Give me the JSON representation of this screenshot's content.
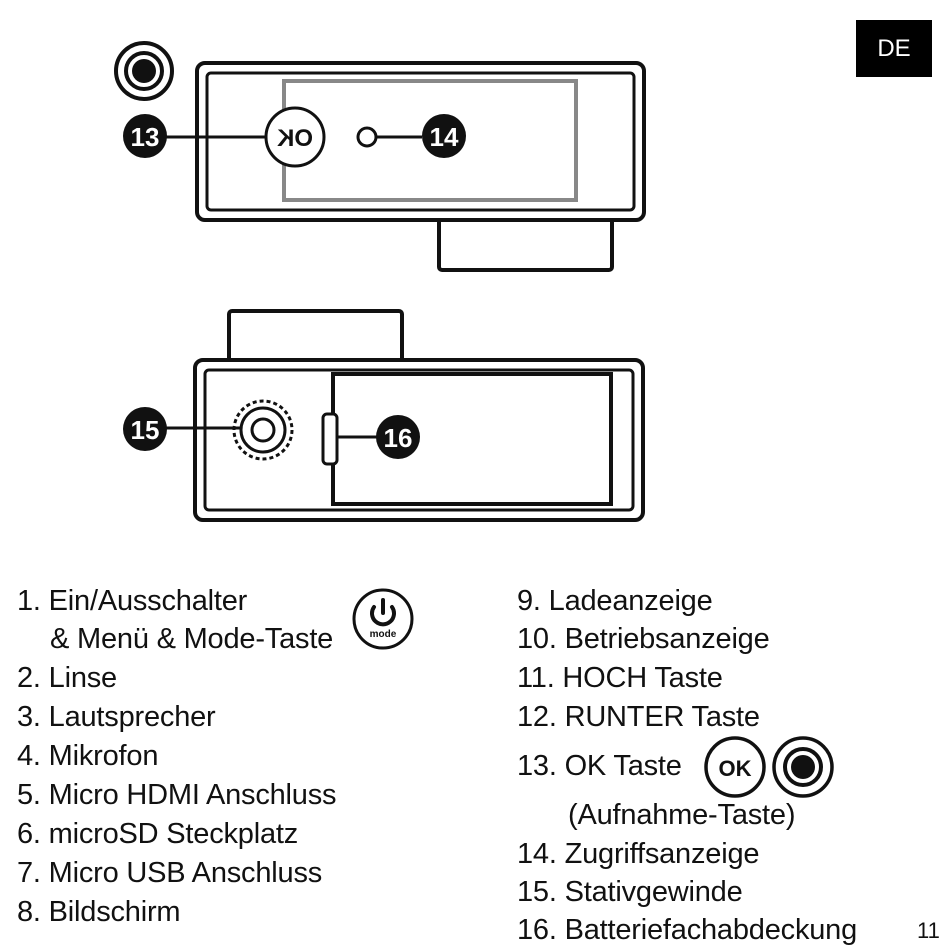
{
  "language_badge": "DE",
  "page_number": "11",
  "callouts": {
    "c13": "13",
    "c14": "14",
    "c15": "15",
    "c16": "16"
  },
  "icons": {
    "ok_label": "OK",
    "mode_label": "mode"
  },
  "legend_left": [
    "1. Ein/Ausschalter",
    "& Menü & Mode-Taste",
    "2. Linse",
    "3. Lautsprecher",
    "4. Mikrofon",
    "5. Micro HDMI Anschluss",
    "6. microSD Steckplatz",
    "7. Micro USB Anschluss",
    "8. Bildschirm"
  ],
  "legend_right": [
    "9. Ladeanzeige",
    "10. Betriebsanzeige",
    "11. HOCH Taste",
    "12. RUNTER Taste",
    "13. OK Taste",
    "(Aufnahme-Taste)",
    "14. Zugriffsanzeige",
    "15. Stativgewinde",
    "16. Batteriefachabdeckung"
  ]
}
